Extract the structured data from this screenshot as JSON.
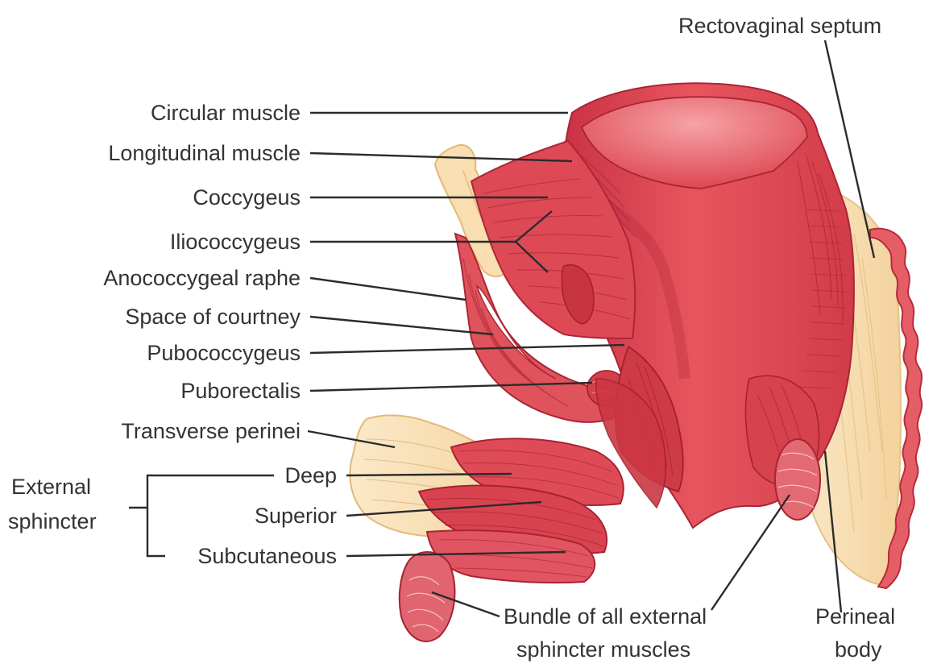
{
  "labels": {
    "rectovaginal_septum": "Rectovaginal septum",
    "circular_muscle": "Circular muscle",
    "longitudinal_muscle": "Longitudinal muscle",
    "coccygeus": "Coccygeus",
    "iliococcygeus": "Iliococcygeus",
    "anococcygeal_raphe": "Anococcygeal raphe",
    "space_of_courtney": "Space of courtney",
    "pubococcygeus": "Pubococcygeus",
    "puborectalis": "Puborectalis",
    "transverse_perinei": "Transverse perinei",
    "external_sphincter_line1": "External",
    "external_sphincter_line2": "sphincter",
    "deep": "Deep",
    "superior": "Superior",
    "subcutaneous": "Subcutaneous",
    "bundle_line1": "Bundle of all external",
    "bundle_line2": "sphincter muscles",
    "perineal_line1": "Perineal",
    "perineal_line2": "body"
  },
  "colors": {
    "muscle_red": "#d9404e",
    "muscle_dark": "#b82a3a",
    "muscle_light": "#f07a80",
    "lumen_inner": "#e75a63",
    "fat_cream": "#f7ddb0",
    "fat_edge": "#e8c48a",
    "leader": "#2b2b2b",
    "text": "#333333"
  }
}
